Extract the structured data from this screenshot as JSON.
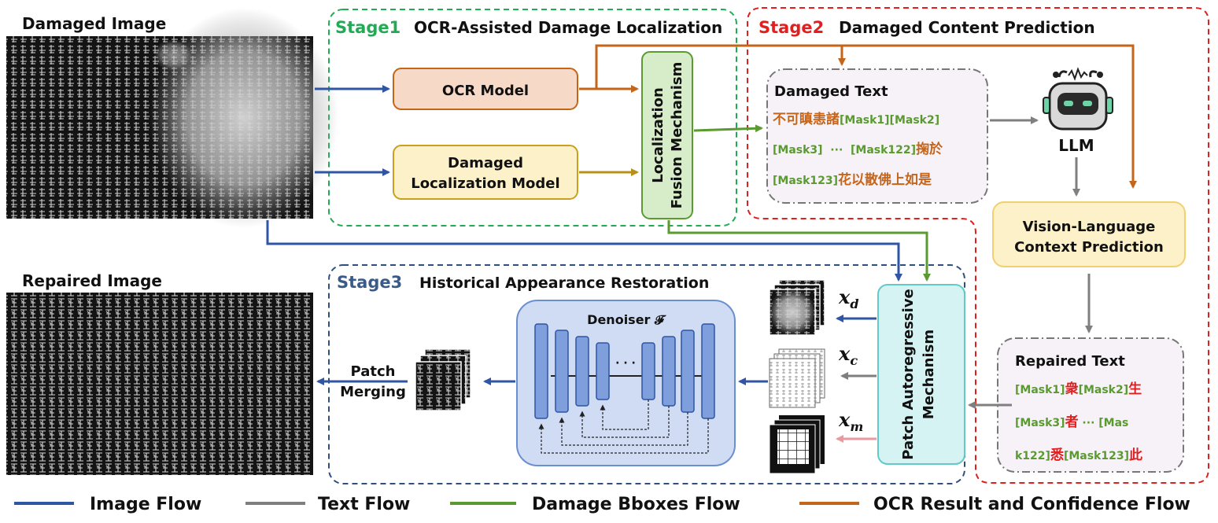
{
  "labels": {
    "damaged_image": "Damaged Image",
    "repaired_image": "Repaired Image"
  },
  "stage1": {
    "number": "Stage1",
    "title": "OCR-Assisted Damage Localization",
    "ocr_model": "OCR Model",
    "damage_model_line1": "Damaged",
    "damage_model_line2": "Localization Model",
    "fusion_line1": "Localization",
    "fusion_line2": "Fusion Mechanism"
  },
  "stage2": {
    "number": "Stage2",
    "title": "Damaged Content Prediction",
    "damaged_text_title": "Damaged Text",
    "damaged_line1_a": "不可瞋恚諸",
    "damaged_line1_b": "[Mask1][Mask2]",
    "damaged_line2_a": "[Mask3]  ···  [Mask122]",
    "damaged_line2_b": "掬於",
    "damaged_line3_a": "[Mask123]",
    "damaged_line3_b": "花以散佛上如是",
    "llm": "LLM",
    "vl_line1": "Vision-Language",
    "vl_line2": "Context Prediction",
    "repaired_text_title": "Repaired Text",
    "rep_line1": [
      "[Mask1]",
      "衆",
      "[Mask2]",
      "生"
    ],
    "rep_line2": [
      "[Mask3]",
      "者",
      " ··· [Mas"
    ],
    "rep_line3": [
      "k122]",
      "悉",
      "[Mask123]",
      "此"
    ]
  },
  "stage3": {
    "number": "Stage3",
    "title": "Historical Appearance Restoration",
    "denoiser": "Denoiser 𝓕",
    "ellipsis": "· · ·",
    "patch_mech_line1": "Patch Autoregressive",
    "patch_mech_line2": "Mechanism",
    "patch_merge_line1": "Patch",
    "patch_merge_line2": "Merging",
    "xd": "x",
    "xd_sub": "d",
    "xc": "x",
    "xc_sub": "c",
    "xm": "x",
    "xm_sub": "m"
  },
  "legend": {
    "image_flow": "Image Flow",
    "text_flow": "Text Flow",
    "bbox_flow": "Damage Bboxes Flow",
    "ocr_flow": "OCR Result and Confidence Flow"
  },
  "colors": {
    "image_flow": "#2f55a4",
    "text_flow": "#7f7f7f",
    "bbox_flow": "#5a9a30",
    "ocr_flow": "#c5651a",
    "stage1_border": "#22aa55",
    "stage2_border": "#e02020",
    "stage3_border": "#2f4f7f",
    "mask_green": "#5a9a30",
    "ocr_orange": "#c5651a",
    "repaired_red": "#e02020"
  }
}
